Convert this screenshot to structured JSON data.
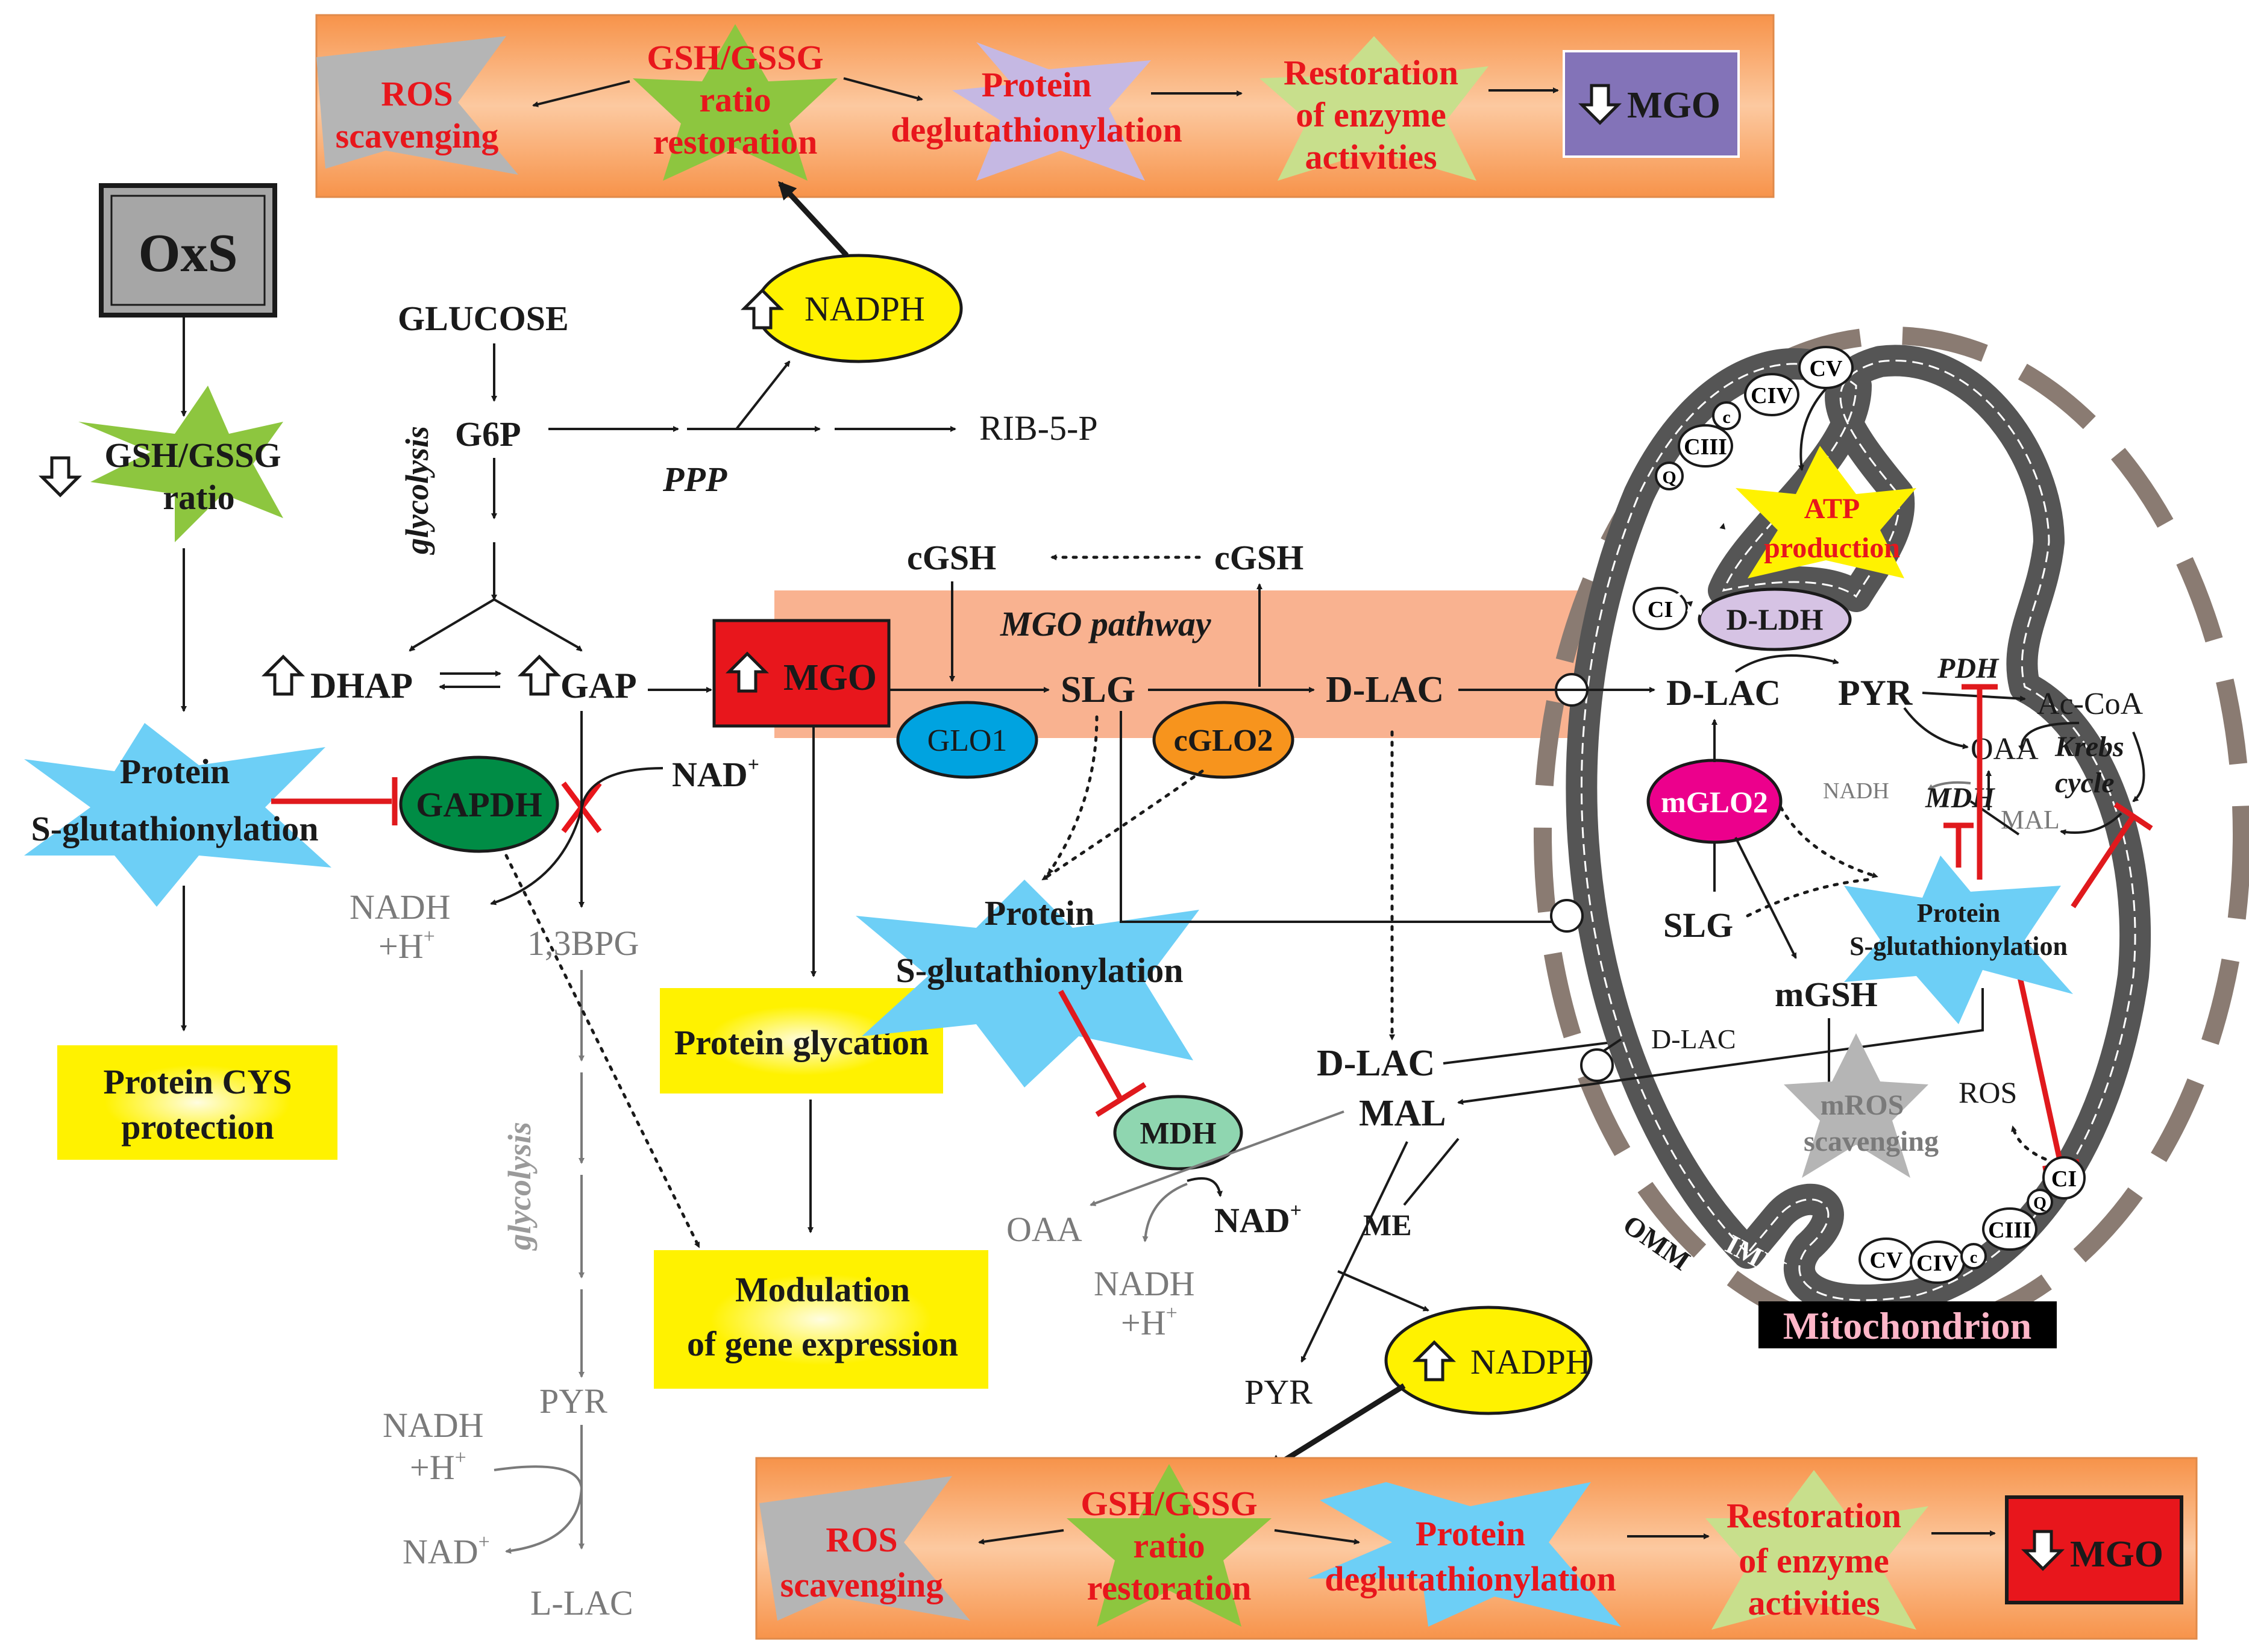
{
  "top_band": {
    "ros": "ROS",
    "scavenging": "scavenging",
    "gsh_gssg": "GSH/GSSG",
    "ratio": "ratio",
    "restoration": "restoration",
    "protein": "Protein",
    "deglutathionylation": "deglutathionylation",
    "restoration_of": "Restoration",
    "of_enzyme": "of enzyme",
    "activities": "activities",
    "mgo": "MGO"
  },
  "bottom_band": {
    "ros": "ROS",
    "scavenging": "scavenging",
    "gsh_gssg": "GSH/GSSG",
    "ratio": "ratio",
    "restoration": "restoration",
    "protein": "Protein",
    "deglutathionylation": "deglutathionylation",
    "restoration_of": "Restoration",
    "of_enzyme": "of enzyme",
    "activities": "activities",
    "mgo": "MGO"
  },
  "left": {
    "oxs": "OxS",
    "gsh_gssg": "GSH/GSSG",
    "ratio": "ratio",
    "protein": "Protein",
    "s_glut": "S-glutathionylation",
    "cys1": "Protein CYS",
    "cys2": "protection"
  },
  "glycolysis": {
    "glucose": "GLUCOSE",
    "g6p": "G6P",
    "glycolysis_label": "glycolysis",
    "ppp": "PPP",
    "rib5p": "RIB-5-P",
    "nadph": "NADPH",
    "dhap": "DHAP",
    "gap": "GAP",
    "gapdh": "GAPDH",
    "nad": "NAD",
    "nadh": "NADH",
    "h": "+H",
    "bpg": "1,3BPG",
    "glycolysis_label2": "glycolysis",
    "pyr": "PYR",
    "nadh2": "NADH",
    "h2": "+H",
    "nad2": "NAD",
    "llac": "L-LAC"
  },
  "mgo_pathway": {
    "label": "MGO pathway",
    "mgo": "MGO",
    "cgsh_left": "cGSH",
    "cgsh_right": "cGSH",
    "slg": "SLG",
    "dlac": "D-LAC",
    "glo1": "GLO1",
    "cglo2": "cGLO2",
    "protein": "Protein",
    "s_glut": "S-glutathionylation",
    "glycation": "Protein glycation",
    "modulation1": "Modulation",
    "modulation2": "of gene expression",
    "mdh": "MDH",
    "oaa": "OAA",
    "nad": "NAD",
    "nadh": "NADH",
    "h": "+H",
    "dlac2": "D-LAC",
    "mal": "MAL",
    "me": "ME",
    "pyr": "PYR",
    "nadph": "NADPH"
  },
  "mito": {
    "title": "Mitochondrion",
    "omm": "OMM",
    "imm": "IMM",
    "cv": "CV",
    "civ": "CIV",
    "c": "c",
    "ciii": "CIII",
    "q": "Q",
    "ci": "CI",
    "e": "e",
    "atp1": "ATP",
    "atp2": "production",
    "dldh": "D-LDH",
    "dlac": "D-LAC",
    "pyr": "PYR",
    "pdh": "PDH",
    "acoa": "Ac-CoA",
    "oaa": "OAA",
    "krebs1": "Krebs",
    "krebs2": "cycle",
    "nadh": "NADH",
    "mdh": "MDH",
    "mal": "MAL",
    "mglo2": "mGLO2",
    "slg": "SLG",
    "protein": "Protein",
    "s_glut": "S-glutathionylation",
    "mgsh": "mGSH",
    "dlac_small": "D-LAC",
    "mros1": "mROS",
    "mros2": "scavenging",
    "ros": "ROS"
  },
  "colors": {
    "band": "#fbb47e",
    "red_text": "#e8161c",
    "yellow": "#fff200",
    "green_star": "#8dc63f",
    "blue_star": "#6dcff6",
    "gray_star": "#b5b5b5",
    "lilac_star": "#c5b8e3",
    "purple_box": "#8373b8",
    "red_box": "#e8161c",
    "glo1": "#00a3e0",
    "cglo2": "#f7941d",
    "mglo2": "#ec008c",
    "gapdh": "#008c45",
    "mdh": "#8fd6b0",
    "dldh": "#d6c3e4",
    "membrane": "#555555",
    "omm": "#8a7b72"
  }
}
